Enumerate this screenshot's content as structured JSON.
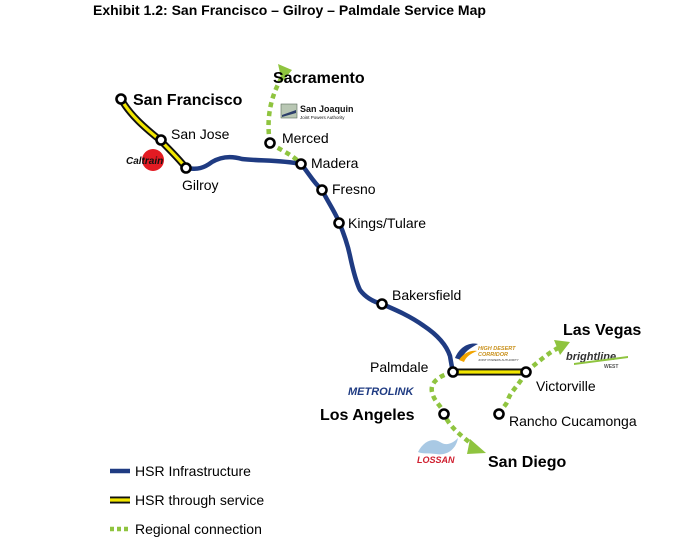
{
  "title": "Exhibit 1.2: San Francisco – Gilroy – Palmdale Service Map",
  "colors": {
    "hsr_infrastructure": "#1f3b82",
    "hsr_through_outer": "#111111",
    "hsr_through_inner": "#f2e600",
    "regional_connection": "#8fc43f",
    "station_fill": "#ffffff",
    "station_stroke": "#000000"
  },
  "cities": {
    "san_francisco": "San Francisco",
    "sacramento": "Sacramento",
    "las_vegas": "Las Vegas",
    "los_angeles": "Los Angeles",
    "san_diego": "San Diego"
  },
  "stations": {
    "san_jose": "San Jose",
    "gilroy": "Gilroy",
    "merced": "Merced",
    "madera": "Madera",
    "fresno": "Fresno",
    "kings_tulare": "Kings/Tulare",
    "bakersfield": "Bakersfield",
    "palmdale": "Palmdale",
    "victorville": "Victorville",
    "rancho_cucamonga": "Rancho Cucamonga"
  },
  "logos": {
    "caltrain": "Caltrain",
    "sjjpa_line1": "San Joaquin",
    "sjjpa_line2": "Joint Powers Authority",
    "high_desert_line1": "HIGH DESERT",
    "high_desert_line2": "CORRIDOR",
    "high_desert_line3": "JOINT POWERS AUTHORITY",
    "brightline_line1": "brightline",
    "brightline_line2": "WEST",
    "metrolink": "METROLINK",
    "lossan": "LOSSAN"
  },
  "legend": [
    {
      "key": "hsr-infrastructure",
      "label": "HSR Infrastructure"
    },
    {
      "key": "hsr-through-service",
      "label": "HSR through service"
    },
    {
      "key": "regional-connection",
      "label": "Regional connection"
    }
  ]
}
